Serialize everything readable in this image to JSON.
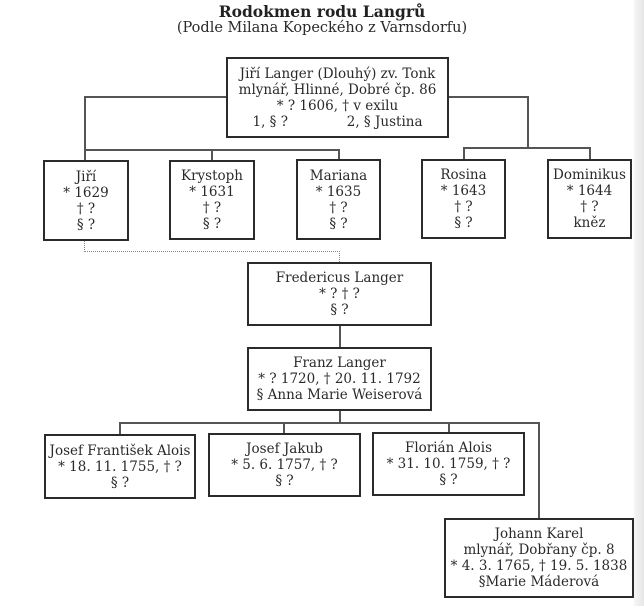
{
  "header": {
    "title": "Rodokmen rodu Langrů",
    "subtitle": "(Podle Milana Kopeckého z Varnsdorfu)"
  },
  "root": {
    "name": "Jiří Langer (Dlouhý) zv. Tonk",
    "occupation": "mlynář, Hlinné, Dobré čp. 86",
    "dates": "* ? 1606, † v exilu",
    "spouse1": "1, § ?",
    "spouse2": "2, § Justina"
  },
  "children": [
    {
      "name": "Jiří",
      "born": "* 1629",
      "died": "† ?",
      "extra": "§ ?"
    },
    {
      "name": "Krystoph",
      "born": "* 1631",
      "died": "† ?",
      "extra": "§ ?"
    },
    {
      "name": "Mariana",
      "born": "* 1635",
      "died": "† ?",
      "extra": "§ ?"
    },
    {
      "name": "Rosina",
      "born": "* 1643",
      "died": "† ?",
      "extra": "§ ?"
    },
    {
      "name": "Dominikus",
      "born": "* 1644",
      "died": "† ?",
      "extra": "kněz"
    }
  ],
  "fredericus": {
    "name": "Fredericus Langer",
    "dates": "* ? † ?",
    "spouse": "§ ?"
  },
  "franz": {
    "name": "Franz Langer",
    "dates": "* ? 1720, † 20. 11. 1792",
    "spouse": "§ Anna Marie Weiserová"
  },
  "grandchildren": [
    {
      "name": "Josef František Alois",
      "dates": "* 18. 11. 1755, † ?",
      "spouse": "§ ?"
    },
    {
      "name": "Josef Jakub",
      "dates": "* 5. 6. 1757, † ?",
      "spouse": "§ ?"
    },
    {
      "name": "Florián Alois",
      "dates": "* 31. 10. 1759, † ?",
      "spouse": "§ ?"
    }
  ],
  "johann": {
    "name": "Johann Karel",
    "occupation": "mlynář, Dobřany čp. 8",
    "dates": "* 4. 3. 1765, † 19. 5. 1838",
    "spouse": "§Marie Máderová"
  }
}
